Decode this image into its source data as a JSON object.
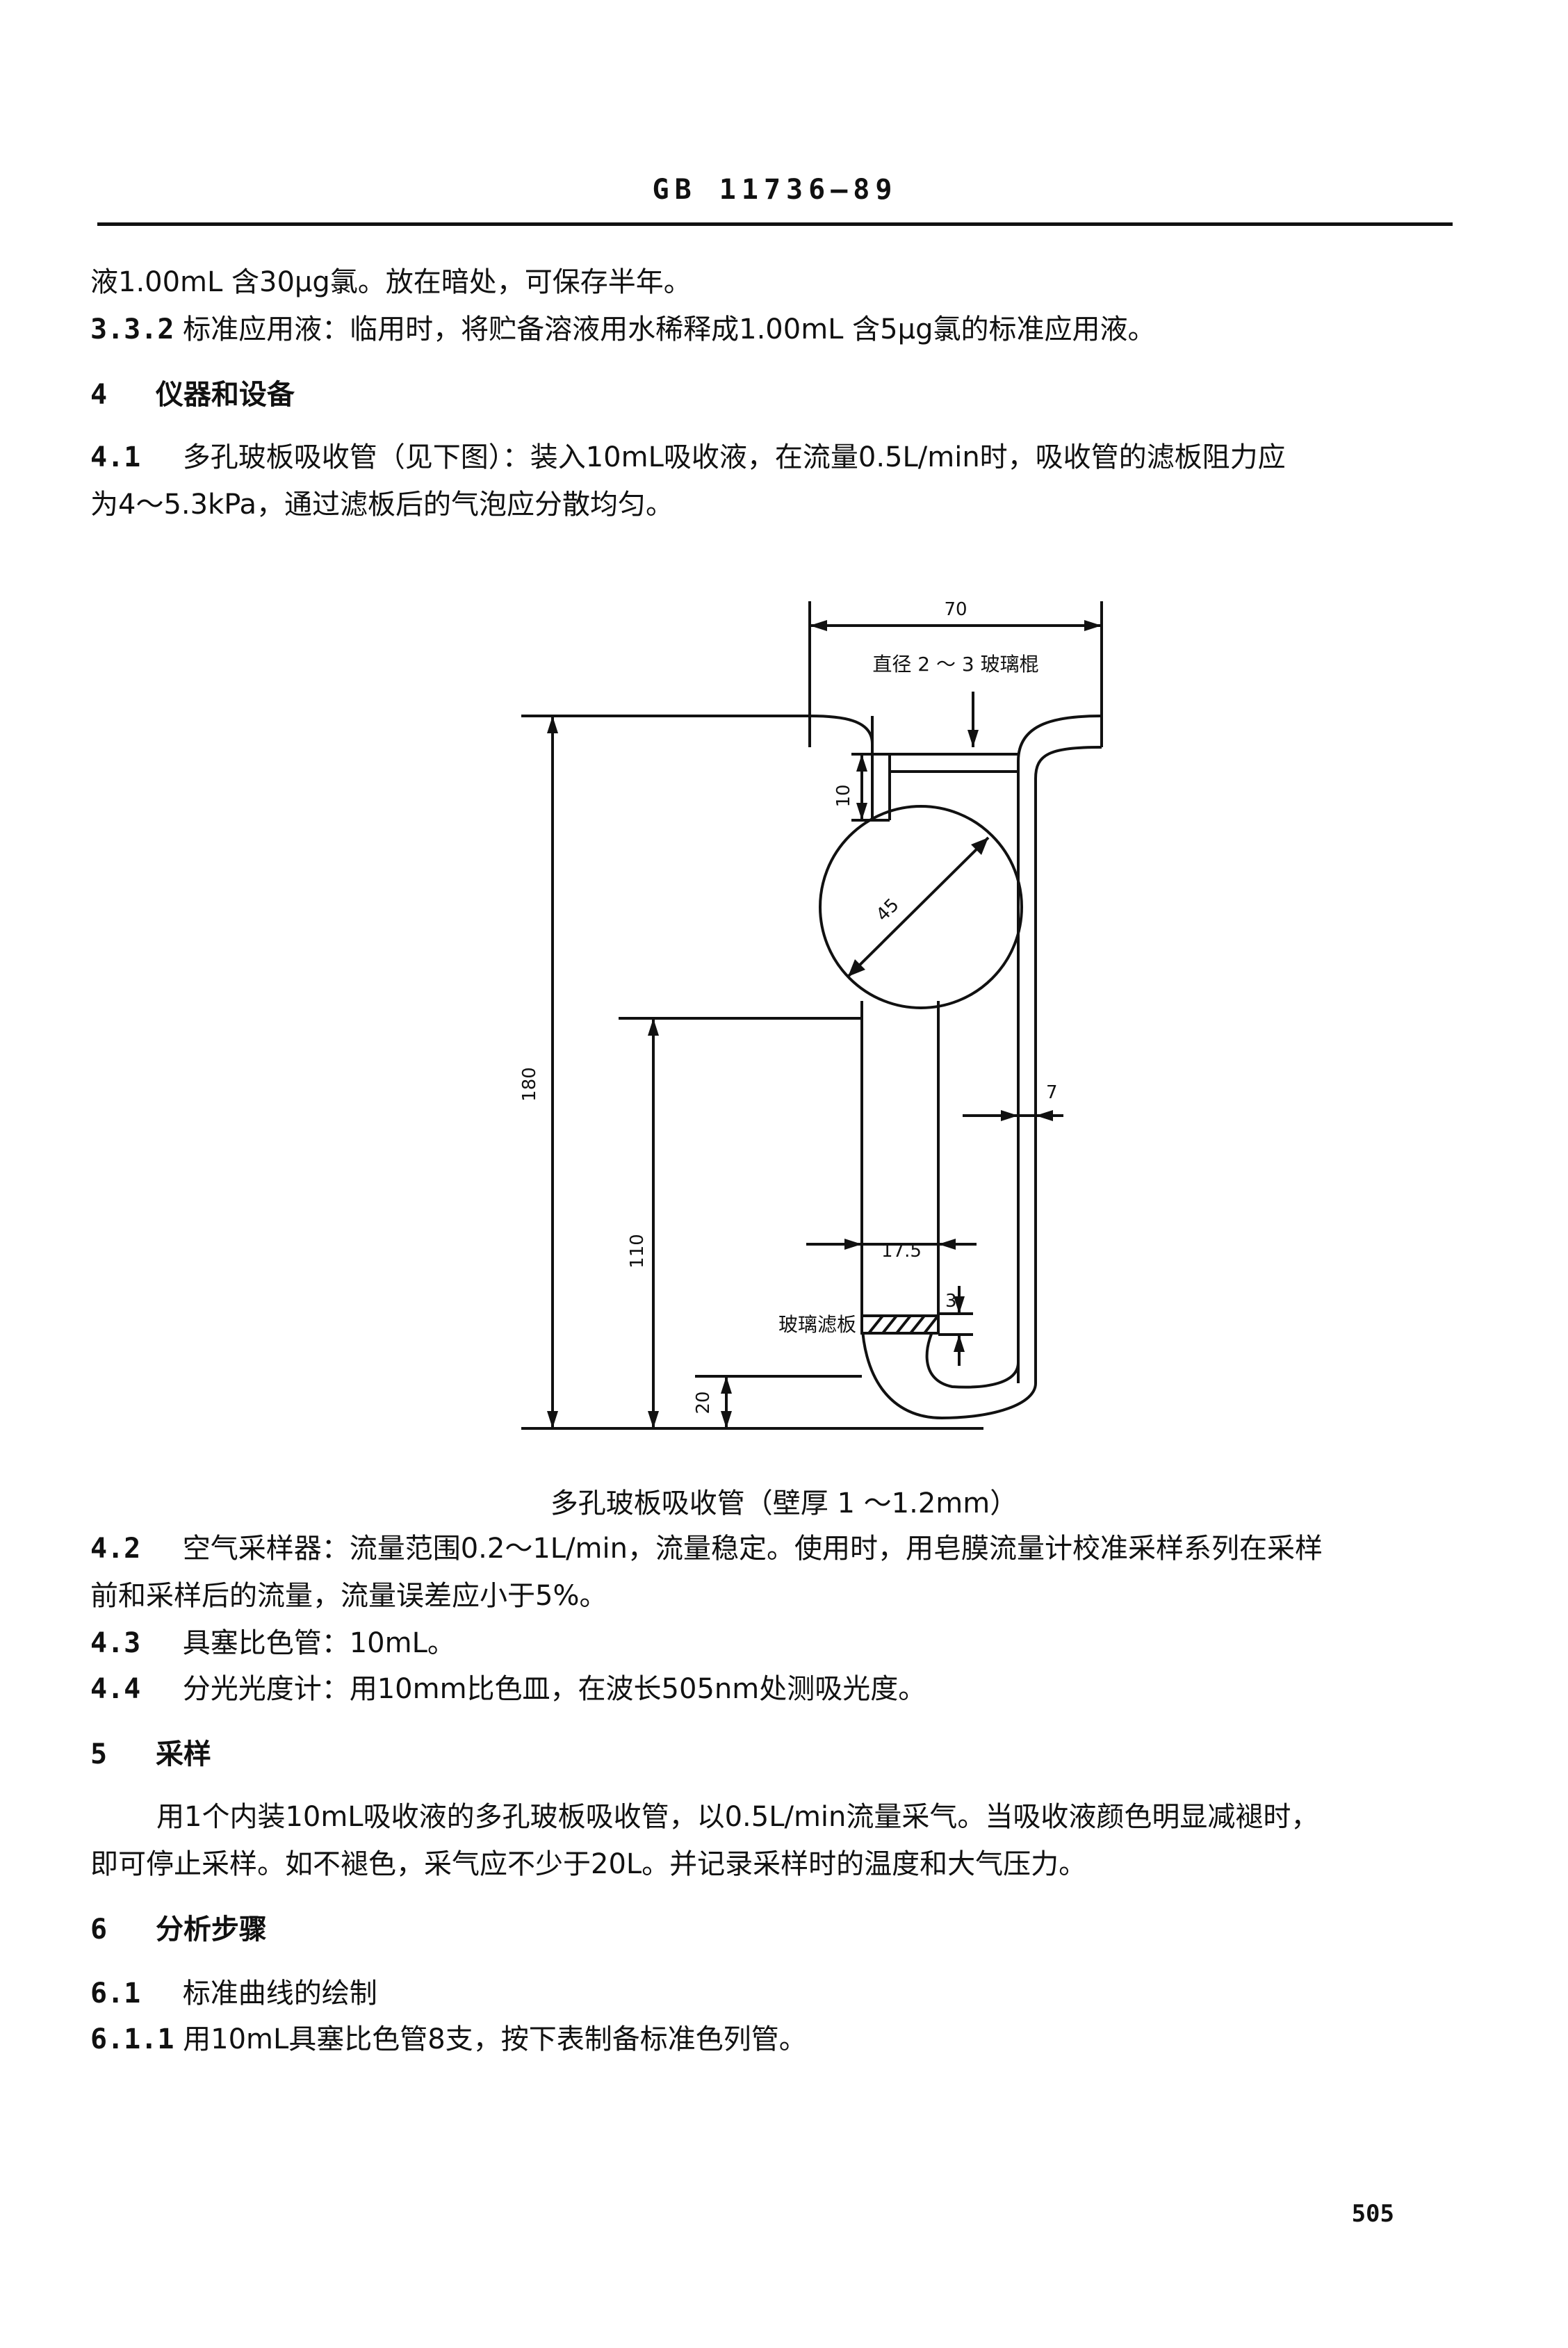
{
  "header": {
    "standard_code": "GB 11736—89"
  },
  "lines": {
    "l1": "液1.00mL 含30μg氯。放在暗处，可保存半年。",
    "s332_num": "3.3.2",
    "s332_text": "标准应用液：临用时，将贮备溶液用水稀释成1.00mL 含5μg氯的标准应用液。",
    "s4_num": "4",
    "s4_title": "仪器和设备",
    "s41_num": "4.1",
    "s41_text_a": "多孔玻板吸收管（见下图）：装入10mL吸收液，在流量0.5L/min时，吸收管的滤板阻力应",
    "s41_text_b": "为4～5.3kPa，通过滤板后的气泡应分散均匀。"
  },
  "figure": {
    "dim_width": "70",
    "rod_label": "直径 2 ～ 3 玻璃棍",
    "dim_10": "10",
    "dim_45": "45",
    "dim_180": "180",
    "dim_7": "7",
    "dim_110": "110",
    "dim_17_5": "17.5",
    "dim_3": "3",
    "filter_label": "玻璃滤板",
    "dim_20": "20",
    "caption": "多孔玻板吸收管（壁厚 1 ～1.2mm）"
  },
  "after": {
    "s42_num": "4.2",
    "s42_text_a": "空气采样器：流量范围0.2～1L/min，流量稳定。使用时，用皂膜流量计校准采样系列在采样",
    "s42_text_b": "前和采样后的流量，流量误差应小于5%。",
    "s43_num": "4.3",
    "s43_text": "具塞比色管：10mL。",
    "s44_num": "4.4",
    "s44_text": "分光光度计：用10mm比色皿，在波长505nm处测吸光度。",
    "s5_num": "5",
    "s5_title": "采样",
    "p5_a": "用1个内装10mL吸收液的多孔玻板吸收管，以0.5L/min流量采气。当吸收液颜色明显减褪时，",
    "p5_b": "即可停止采样。如不褪色，采气应不少于20L。并记录采样时的温度和大气压力。",
    "s6_num": "6",
    "s6_title": "分析步骤",
    "s61_num": "6.1",
    "s61_text": "标准曲线的绘制",
    "s611_num": "6.1.1",
    "s611_text": "用10mL具塞比色管8支，按下表制备标准色列管。"
  },
  "footer": {
    "page_number": "505"
  }
}
